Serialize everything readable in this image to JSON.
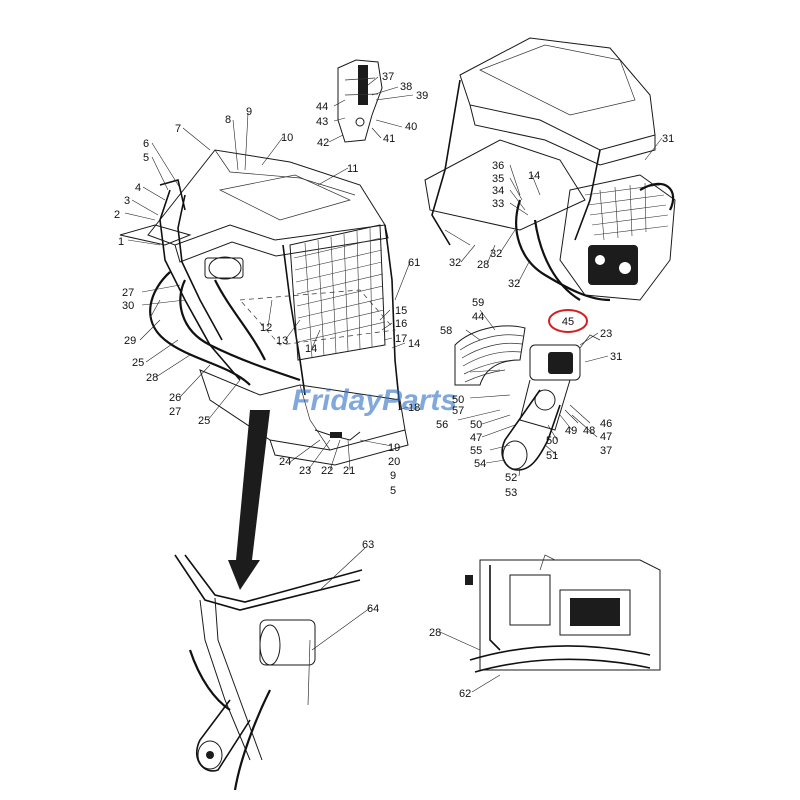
{
  "watermark": {
    "part1": "Friday",
    "part2": "Parts",
    "color": "#2f6fc4",
    "accent": "#e8a21a"
  },
  "highlight": {
    "label": "45",
    "color": "#d42020"
  },
  "callouts": [
    {
      "id": "c1",
      "label": "1"
    },
    {
      "id": "c2",
      "label": "2"
    },
    {
      "id": "c3",
      "label": "3"
    },
    {
      "id": "c4",
      "label": "4"
    },
    {
      "id": "c5",
      "label": "5"
    },
    {
      "id": "c6",
      "label": "6"
    },
    {
      "id": "c7",
      "label": "7"
    },
    {
      "id": "c8",
      "label": "8"
    },
    {
      "id": "c9",
      "label": "9"
    },
    {
      "id": "c10",
      "label": "10"
    },
    {
      "id": "c11",
      "label": "11"
    },
    {
      "id": "c27a",
      "label": "27"
    },
    {
      "id": "c30",
      "label": "30"
    },
    {
      "id": "c29",
      "label": "29"
    },
    {
      "id": "c25a",
      "label": "25"
    },
    {
      "id": "c28a",
      "label": "28"
    },
    {
      "id": "c26",
      "label": "26"
    },
    {
      "id": "c27b",
      "label": "27"
    },
    {
      "id": "c25b",
      "label": "25"
    },
    {
      "id": "c12",
      "label": "12"
    },
    {
      "id": "c13",
      "label": "13"
    },
    {
      "id": "c14a",
      "label": "14"
    },
    {
      "id": "c61",
      "label": "61"
    },
    {
      "id": "c15",
      "label": "15"
    },
    {
      "id": "c16",
      "label": "16"
    },
    {
      "id": "c17",
      "label": "17"
    },
    {
      "id": "c14b",
      "label": "14"
    },
    {
      "id": "c18",
      "label": "18"
    },
    {
      "id": "c19",
      "label": "19"
    },
    {
      "id": "c20",
      "label": "20"
    },
    {
      "id": "c9b",
      "label": "9"
    },
    {
      "id": "c5b",
      "label": "5"
    },
    {
      "id": "c24",
      "label": "24"
    },
    {
      "id": "c23a",
      "label": "23"
    },
    {
      "id": "c22",
      "label": "22"
    },
    {
      "id": "c21",
      "label": "21"
    },
    {
      "id": "c44a",
      "label": "44"
    },
    {
      "id": "c43",
      "label": "43"
    },
    {
      "id": "c42",
      "label": "42"
    },
    {
      "id": "c37a",
      "label": "37"
    },
    {
      "id": "c38",
      "label": "38"
    },
    {
      "id": "c39",
      "label": "39"
    },
    {
      "id": "c40",
      "label": "40"
    },
    {
      "id": "c41",
      "label": "41"
    },
    {
      "id": "c31a",
      "label": "31"
    },
    {
      "id": "c36",
      "label": "36"
    },
    {
      "id": "c35",
      "label": "35"
    },
    {
      "id": "c34",
      "label": "34"
    },
    {
      "id": "c33",
      "label": "33"
    },
    {
      "id": "c14c",
      "label": "14"
    },
    {
      "id": "c32a",
      "label": "32"
    },
    {
      "id": "c28b",
      "label": "28"
    },
    {
      "id": "c32b",
      "label": "32"
    },
    {
      "id": "c32c",
      "label": "32"
    },
    {
      "id": "c59",
      "label": "59"
    },
    {
      "id": "c44b",
      "label": "44"
    },
    {
      "id": "c58",
      "label": "58"
    },
    {
      "id": "c23b",
      "label": "23"
    },
    {
      "id": "c31b",
      "label": "31"
    },
    {
      "id": "c50a",
      "label": "50"
    },
    {
      "id": "c57",
      "label": "57"
    },
    {
      "id": "c56",
      "label": "56"
    },
    {
      "id": "c50b",
      "label": "50"
    },
    {
      "id": "c47a",
      "label": "47"
    },
    {
      "id": "c55",
      "label": "55"
    },
    {
      "id": "c54",
      "label": "54"
    },
    {
      "id": "c49",
      "label": "49"
    },
    {
      "id": "c48",
      "label": "48"
    },
    {
      "id": "c46",
      "label": "46"
    },
    {
      "id": "c47b",
      "label": "47"
    },
    {
      "id": "c37b",
      "label": "37"
    },
    {
      "id": "c50c",
      "label": "50"
    },
    {
      "id": "c51",
      "label": "51"
    },
    {
      "id": "c52",
      "label": "52"
    },
    {
      "id": "c53",
      "label": "53"
    },
    {
      "id": "c63",
      "label": "63"
    },
    {
      "id": "c64",
      "label": "64"
    },
    {
      "id": "c28c",
      "label": "28"
    },
    {
      "id": "c62",
      "label": "62"
    }
  ]
}
